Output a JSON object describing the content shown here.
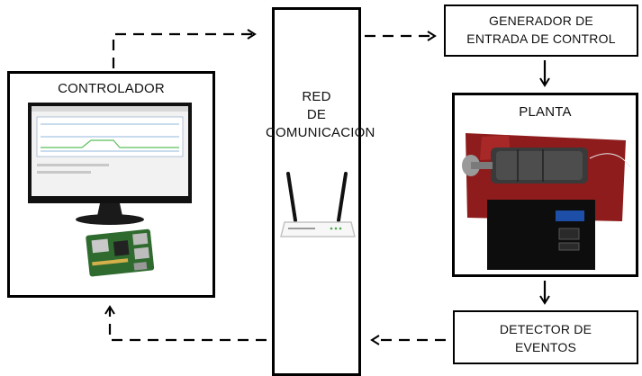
{
  "diagram": {
    "controller": {
      "label": "CONTROLADOR"
    },
    "network": {
      "label_lines": [
        "RED",
        "DE",
        "COMUNICACION"
      ]
    },
    "generator": {
      "label_lines": [
        "GENERADOR DE",
        "ENTRADA DE CONTROL"
      ]
    },
    "plant": {
      "label": "PLANTA"
    },
    "detector": {
      "label_lines": [
        "DETECTOR DE",
        "EVENTOS"
      ]
    }
  },
  "colors": {
    "line": "#000000",
    "plant_red": "#8e1c1c",
    "monitor_screen": "#f2f2f2",
    "board_green": "#2f6b2f",
    "lcd_blue": "#1d4fa8"
  }
}
